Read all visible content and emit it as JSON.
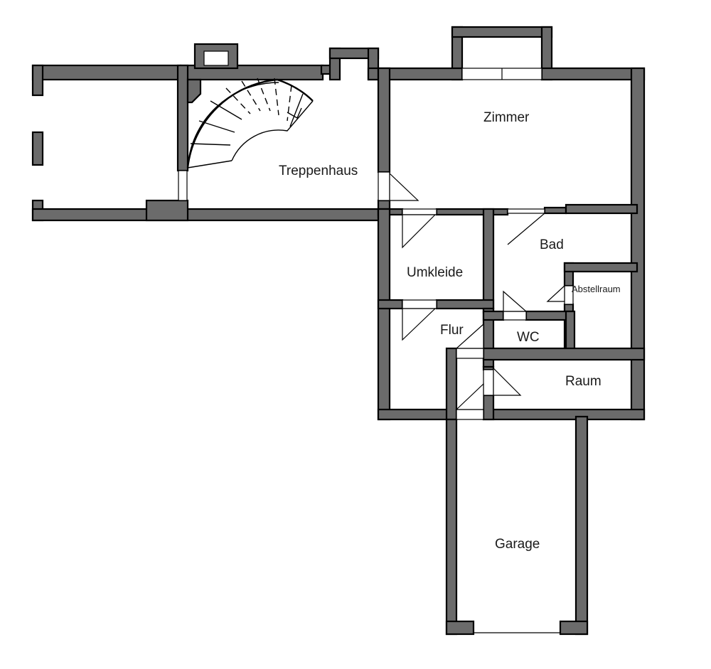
{
  "rooms": {
    "treppenhaus": "Treppenhaus",
    "zimmer": "Zimmer",
    "bad": "Bad",
    "umkleide": "Umkleide",
    "abstellraum": "Abstellraum",
    "flur": "Flur",
    "wc": "WC",
    "raum": "Raum",
    "garage": "Garage"
  },
  "colors": {
    "wall": "#6b6b6b",
    "outline": "#000000",
    "background": "#ffffff"
  }
}
